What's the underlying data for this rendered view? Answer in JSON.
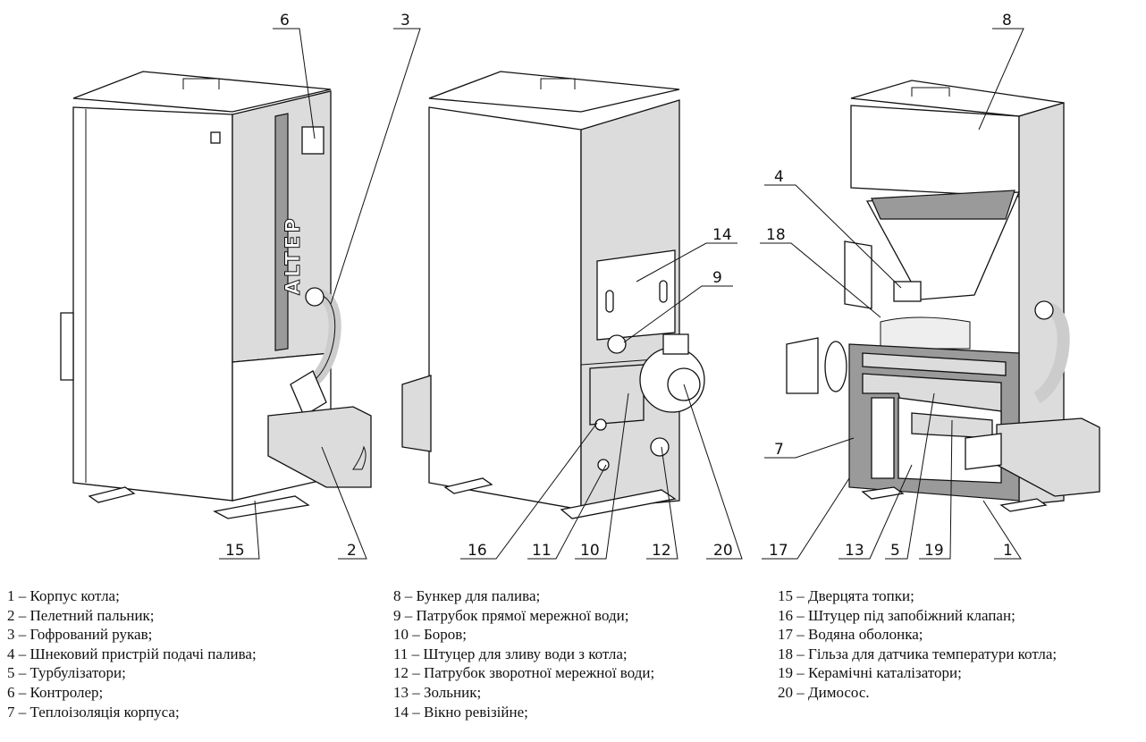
{
  "logo_text": "ALTEP",
  "callouts": {
    "c1": "1",
    "c2": "2",
    "c3": "3",
    "c4": "4",
    "c5": "5",
    "c6": "6",
    "c7": "7",
    "c8": "8",
    "c9": "9",
    "c10": "10",
    "c11": "11",
    "c12": "12",
    "c13": "13",
    "c14": "14",
    "c15": "15",
    "c16": "16",
    "c17": "17",
    "c18": "18",
    "c19": "19",
    "c20": "20"
  },
  "legend": {
    "col1": [
      "1 – Корпус котла;",
      "2 – Пелетний пальник;",
      "3 – Гофрований рукав;",
      "4 – Шнековий пристрій подачі палива;",
      "5 – Турбулізатори;",
      "6 – Контролер;",
      "7 – Теплоізоляція корпуса;"
    ],
    "col2": [
      "8 – Бункер для палива;",
      "9 – Патрубок прямої мережної води;",
      "10 – Боров;",
      "11 – Штуцер для зливу води з котла;",
      "12 – Патрубок зворотної мережної води;",
      "13 – Зольник;",
      "14 – Вікно ревізійне;"
    ],
    "col3": [
      "15 – Дверцята топки;",
      "16 – Штуцер під запобіжний клапан;",
      "17 – Водяна оболонка;",
      "18 – Гільза для датчика температури котла;",
      "19 – Керамічні каталізатори;",
      "20 – Димосос."
    ]
  }
}
